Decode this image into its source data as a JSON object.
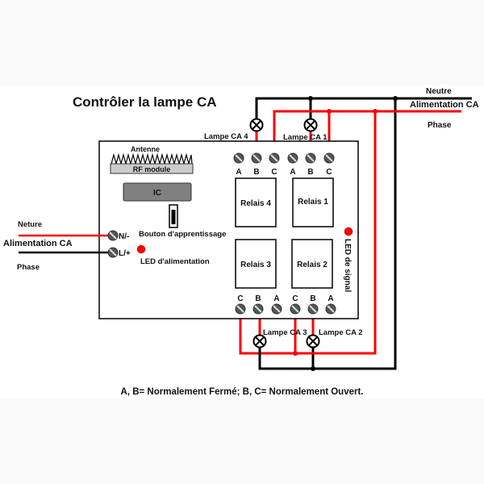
{
  "title": "Contrôler la lampe CA",
  "footer_note": "A, B= Normalement Fermé; B, C= Normalement Ouvert.",
  "colors": {
    "phase_wire": "#ff0000",
    "neutral_wire": "#000000",
    "led": "#ff0000",
    "rf_module_fill": "#cccccc",
    "ic_fill": "#808080"
  },
  "board": {
    "antenna_label": "Antenne",
    "rf_module_label": "RF module",
    "ic_label": "IC",
    "learn_button_label": "Bouton d'apprentissage",
    "power_led_label": "LED d'alimentation",
    "signal_led_label": "LED de signal",
    "power_terminals": [
      {
        "label": "N/-"
      },
      {
        "label": "L/+"
      }
    ],
    "relays": [
      {
        "label": "Relais 4"
      },
      {
        "label": "Relais 1"
      },
      {
        "label": "Relais 3"
      },
      {
        "label": "Relais 2"
      }
    ],
    "top_terminals": [
      "A",
      "B",
      "C",
      "A",
      "B",
      "C"
    ],
    "bottom_terminals": [
      "C",
      "B",
      "A",
      "C",
      "B",
      "A"
    ]
  },
  "lamps": [
    {
      "label": "Lampe CA 4"
    },
    {
      "label": "Lampe CA 1"
    },
    {
      "label": "Lampe CA 3"
    },
    {
      "label": "Lampe CA 2"
    }
  ],
  "supply_right": {
    "neutral_label": "Neutre",
    "supply_label": "Alimentation CA",
    "phase_label": "Phase"
  },
  "supply_left": {
    "neutral_label": "Neture",
    "supply_label": "Alimentation CA",
    "phase_label": "Phase"
  }
}
